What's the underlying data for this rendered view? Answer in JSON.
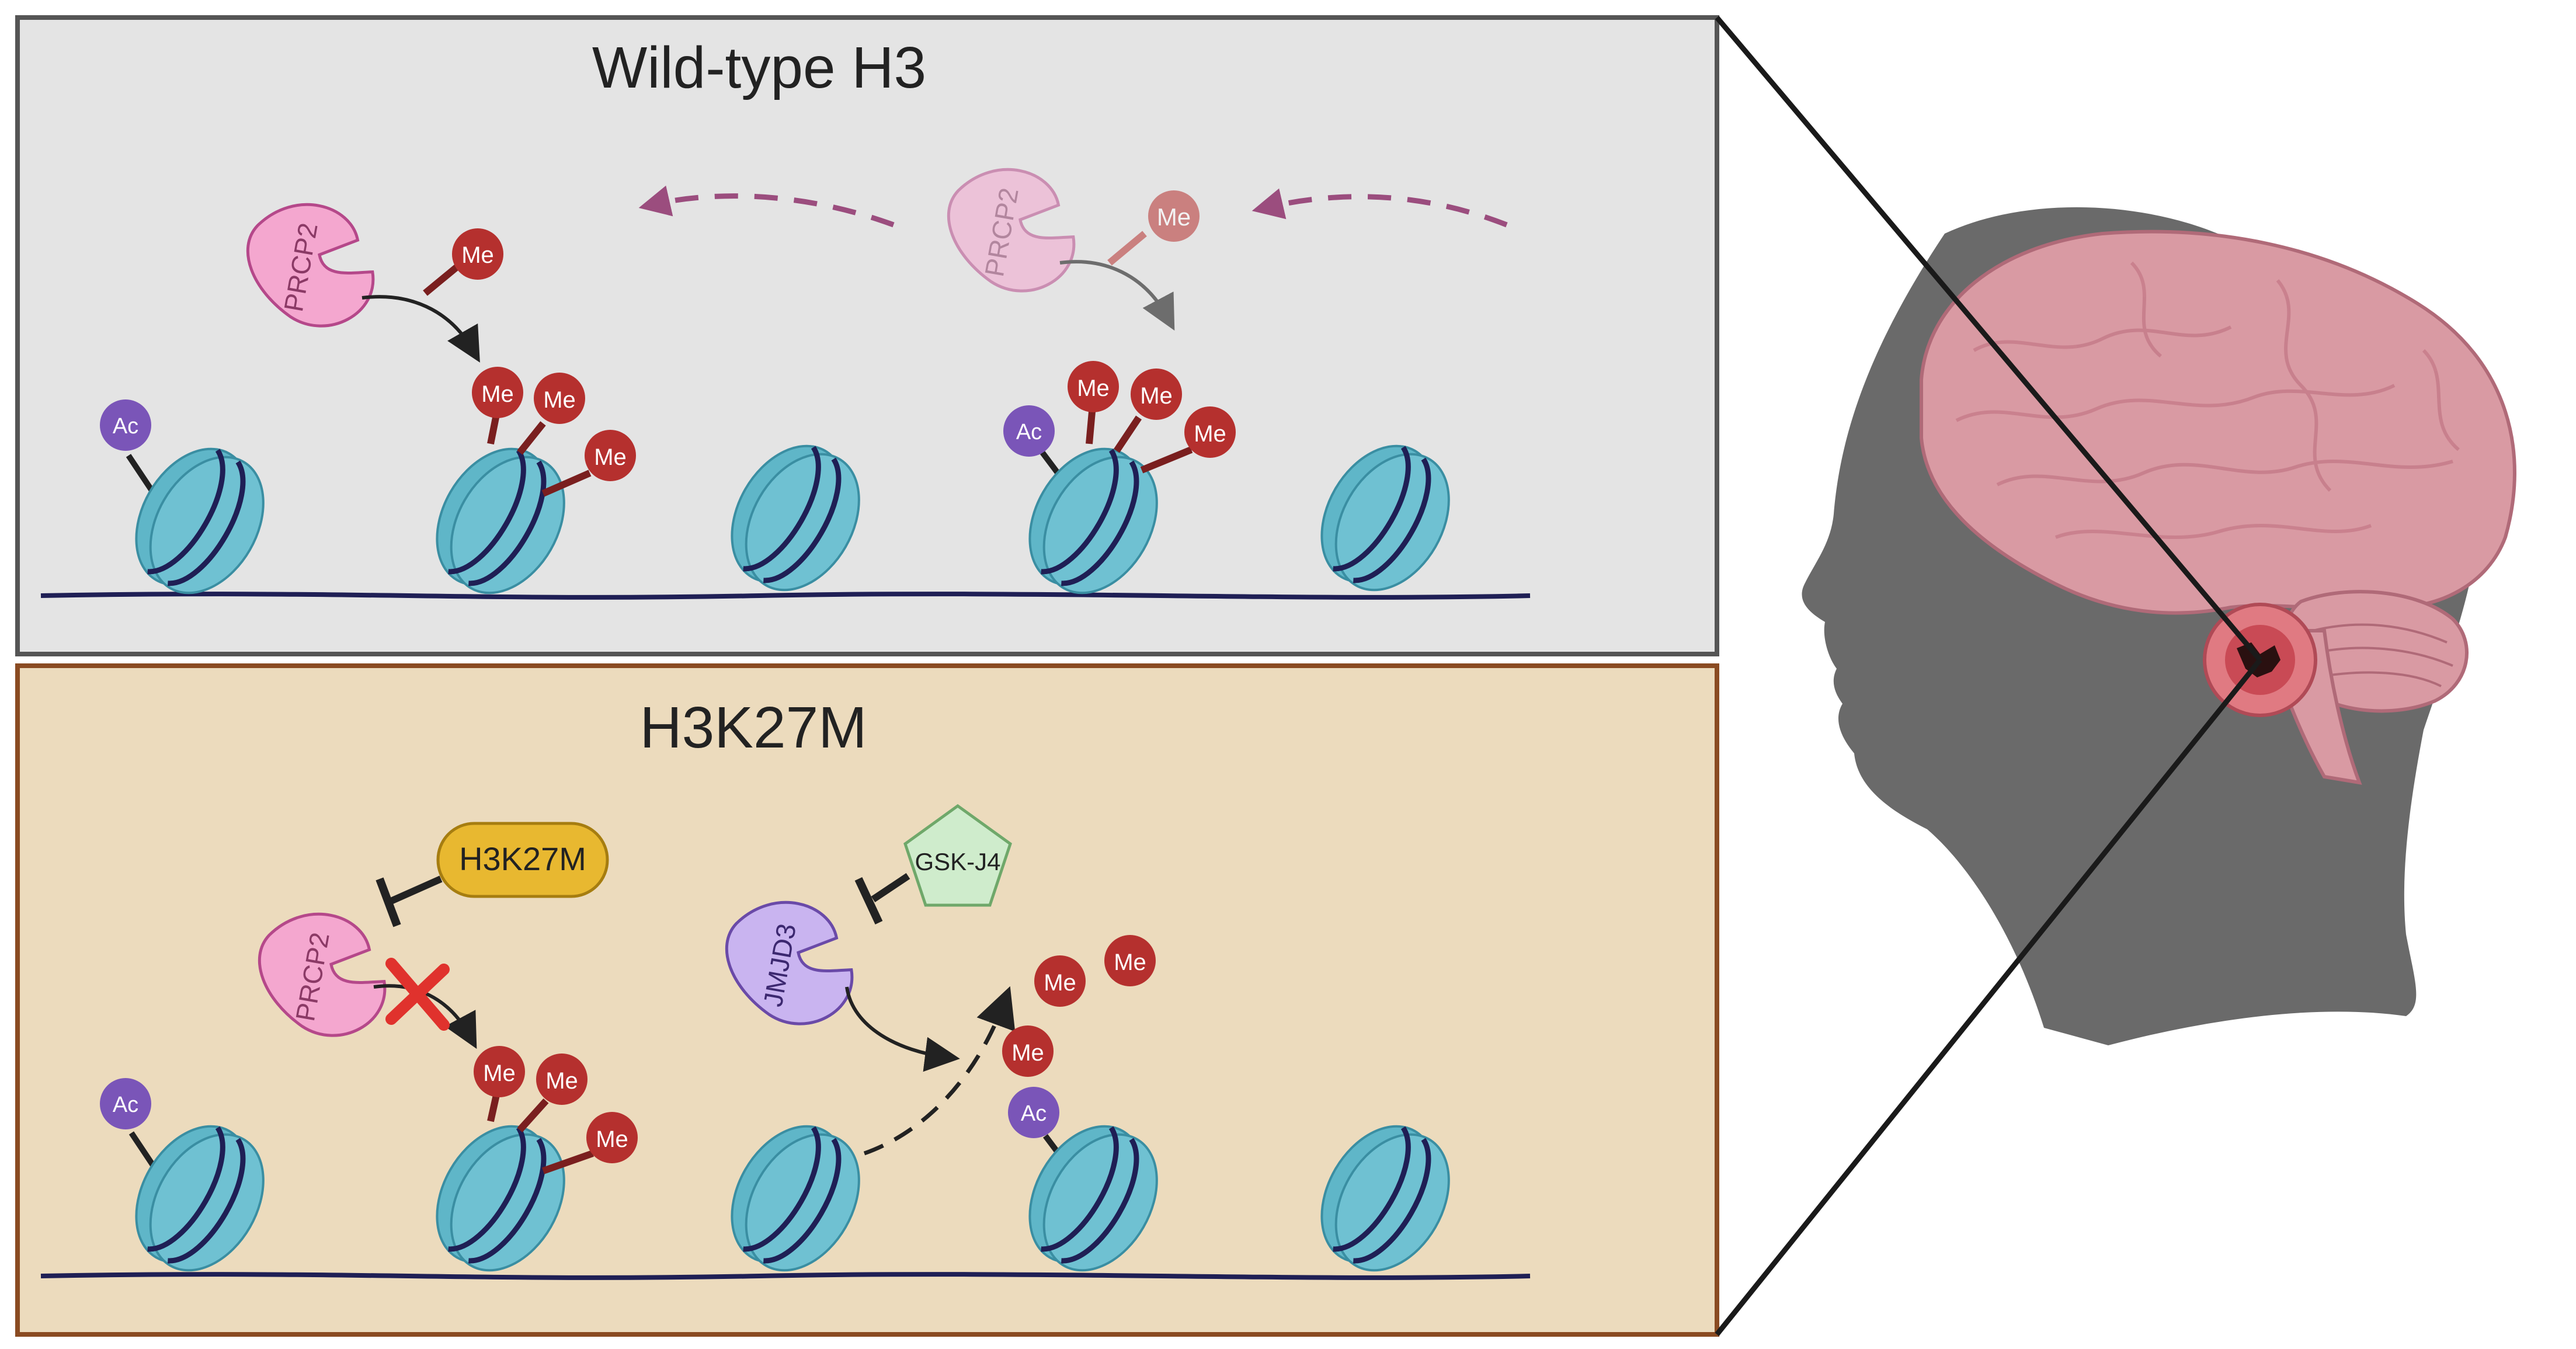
{
  "panels": {
    "top_title": "Wild-type H3",
    "bottom_title": "H3K27M"
  },
  "labels": {
    "prc2": "PRCP2",
    "methyl": "Me",
    "acetyl": "Ac",
    "h3k27m_drug": "H3K27M",
    "gsk": "GSK-J4",
    "jmjd3": "JMJD3"
  },
  "colors": {
    "top_panel_bg": "#e4e4e4",
    "bottom_panel_bg": "#ecdbbd",
    "bottom_panel_border": "#8a4b22",
    "nucleosome": "#5fb6c8",
    "dna": "#1f1f55",
    "methyl": "#b5302e",
    "acetyl": "#7a55b8",
    "prc2": "#f4a7cf",
    "jmjd3": "#c9b4f0",
    "h3k27m_pill": "#e8b830",
    "gsk": "#cfeccc",
    "inhibit_x": "#e0322d",
    "head": "#6a6a6a",
    "brain": "#d99aa3"
  }
}
